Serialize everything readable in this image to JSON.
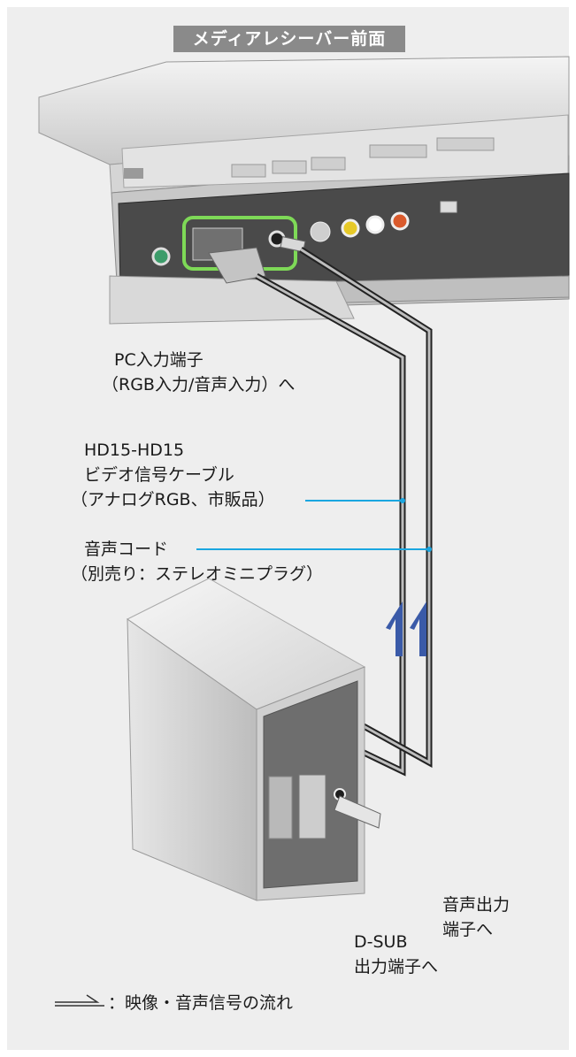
{
  "title": "メディアレシーバー前面",
  "labels": {
    "pc_input_line1": "PC入力端子",
    "pc_input_line2": "（RGB入力/音声入力）へ",
    "video_cable_line1": "HD15-HD15",
    "video_cable_line2": "ビデオ信号ケーブル",
    "video_cable_line3": "（アナログRGB、市販品）",
    "audio_cord_line1": "音声コード",
    "audio_cord_line2": "（別売り：ステレオミニプラグ）",
    "audio_out_line1": "音声出力",
    "audio_out_line2": "端子へ",
    "dsub_line1": "D-SUB",
    "dsub_line2": "出力端子へ"
  },
  "legend": {
    "text": "：映像・音声信号の流れ"
  },
  "colors": {
    "frame": "#eeeeee",
    "title_bg": "#8a8a8a",
    "leader_line": "#1aa6e0",
    "highlight_ring": "#7ed957",
    "arrow": "#3a5aa8"
  }
}
